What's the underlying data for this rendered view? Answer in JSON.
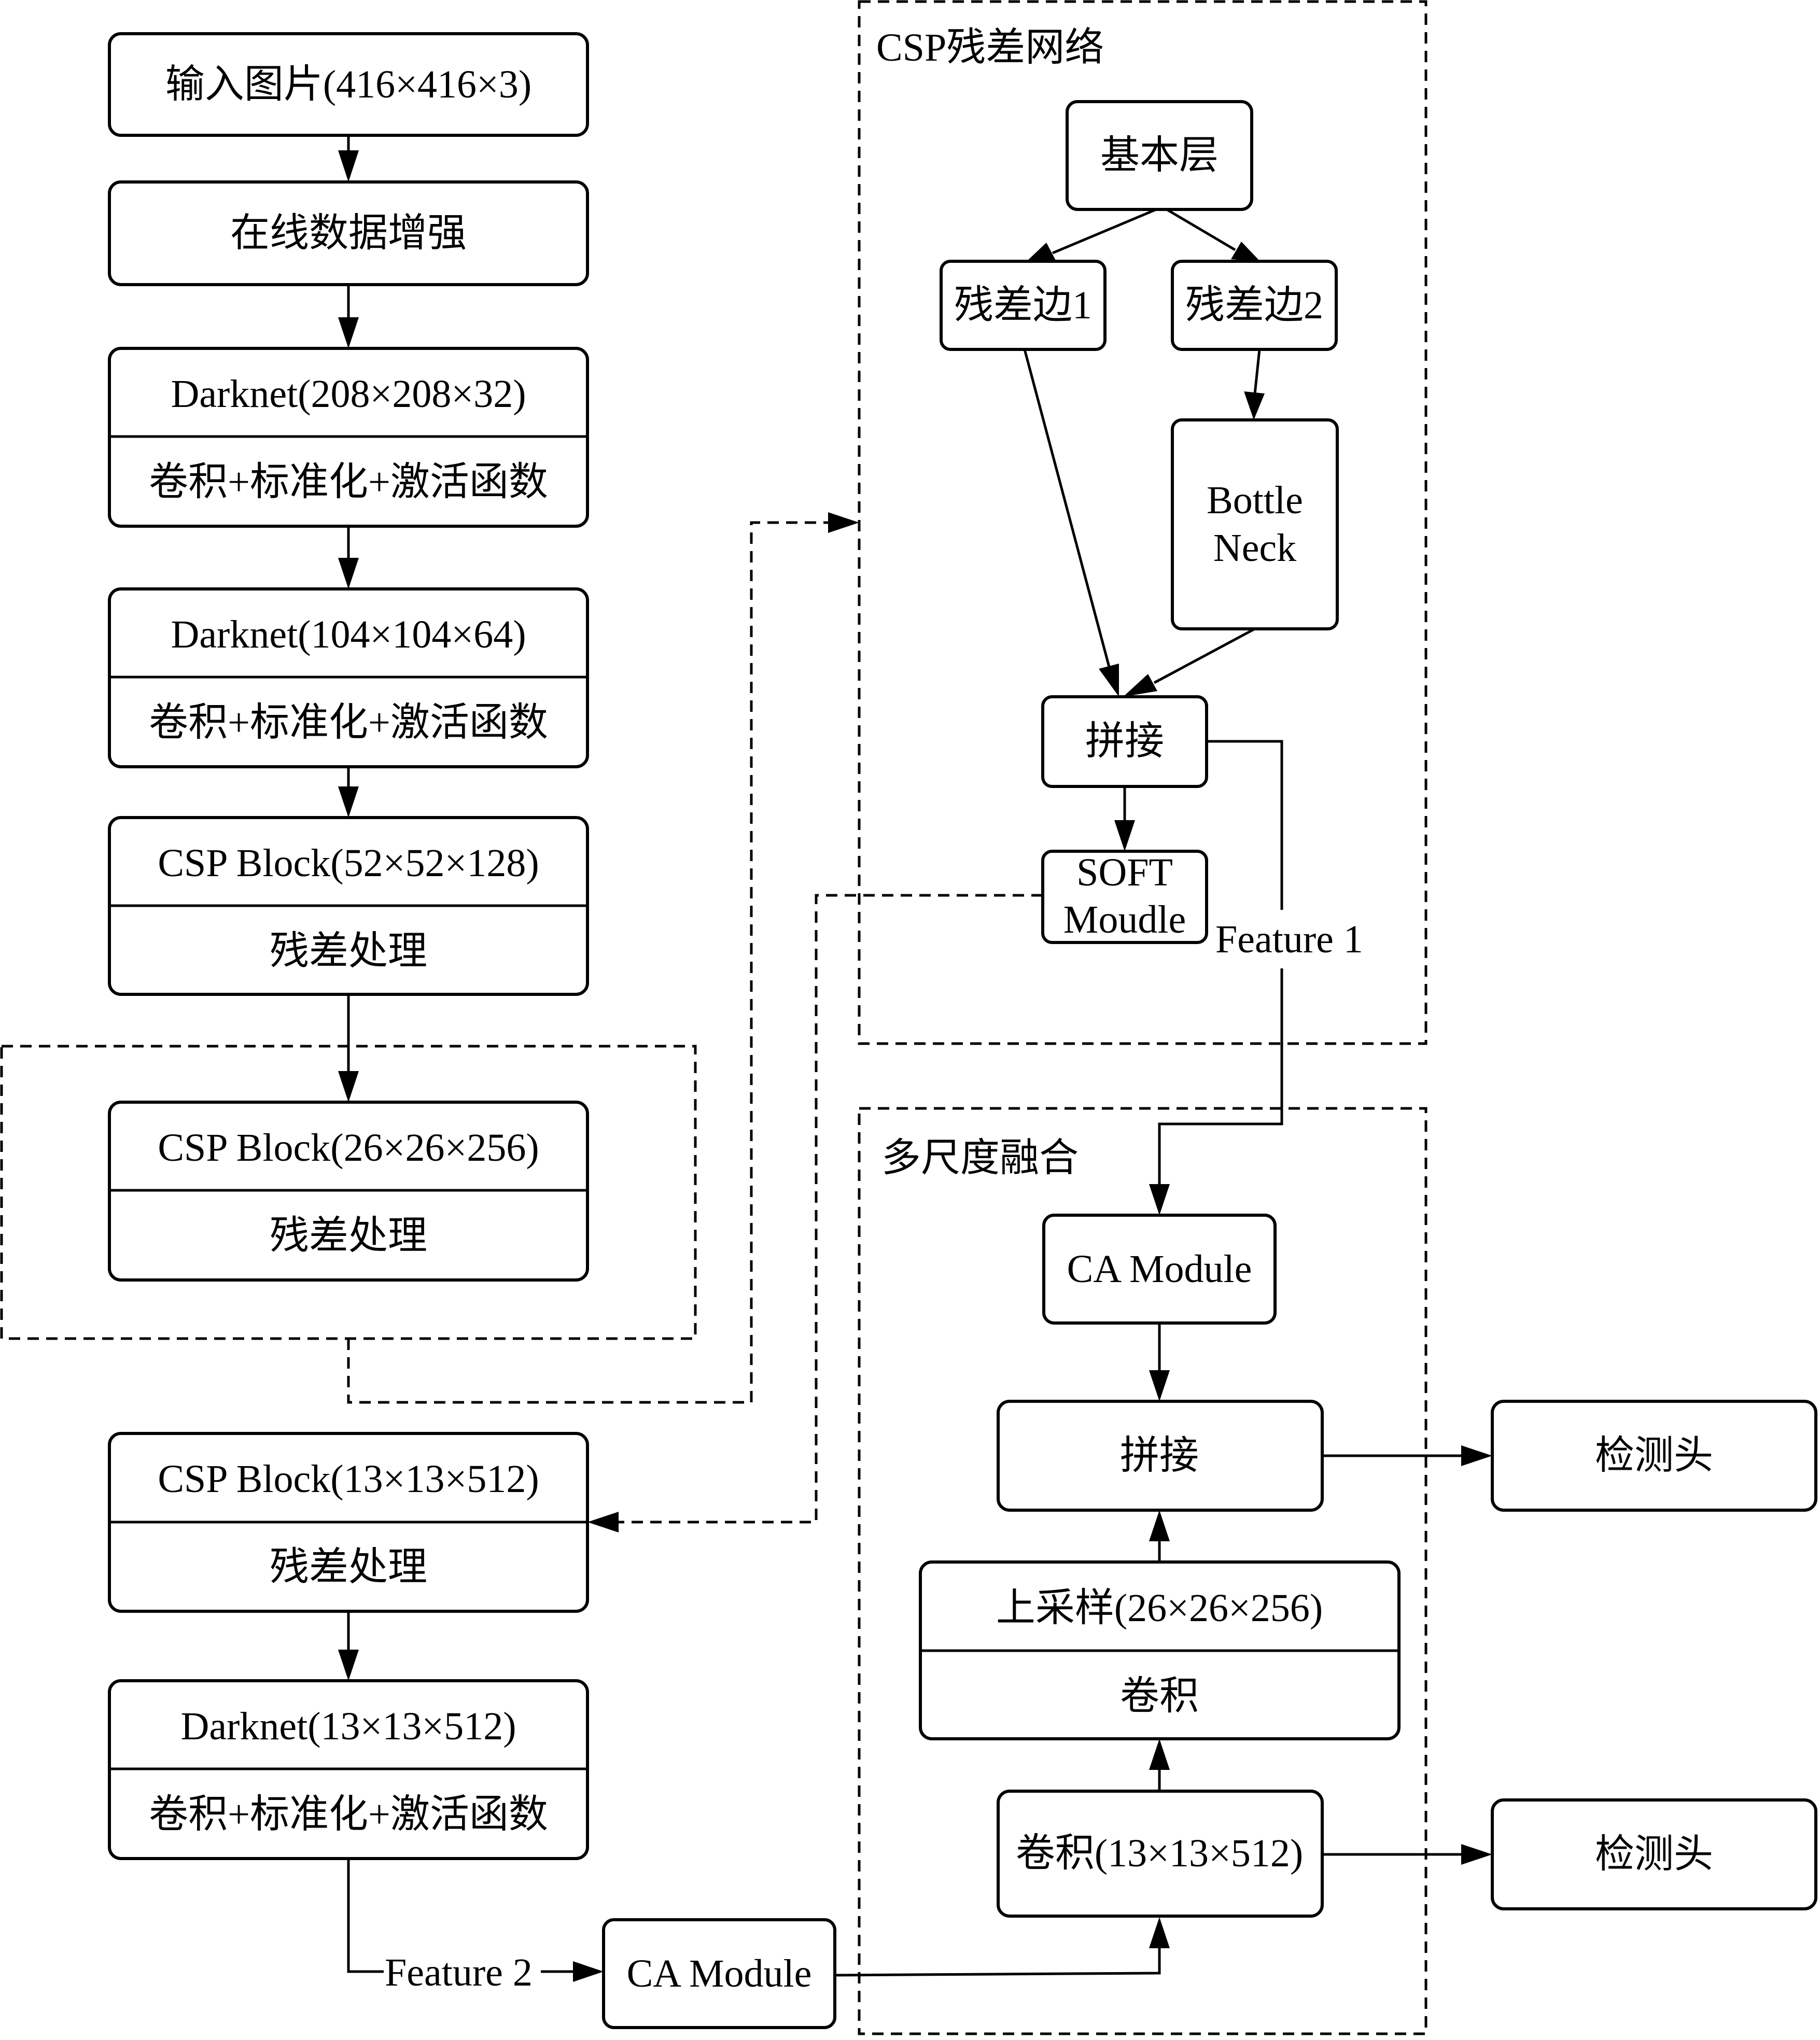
{
  "backbone": {
    "input": "输入图片(416×416×3)",
    "augment": "在线数据增强",
    "darknet1": {
      "title": "Darknet(208×208×32)",
      "sub": "卷积+标准化+激活函数"
    },
    "darknet2": {
      "title": "Darknet(104×104×64)",
      "sub": "卷积+标准化+激活函数"
    },
    "csp1": {
      "title": "CSP Block(52×52×128)",
      "sub": "残差处理"
    },
    "csp2": {
      "title": "CSP Block(26×26×256)",
      "sub": "残差处理"
    },
    "csp3": {
      "title": "CSP Block(13×13×512)",
      "sub": "残差处理"
    },
    "darknet3": {
      "title": "Darknet(13×13×512)",
      "sub": "卷积+标准化+激活函数"
    },
    "feature2": "Feature 2",
    "ca_module": "CA Module"
  },
  "csp_network": {
    "title": "CSP残差网络",
    "base": "基本层",
    "edge1": "残差边1",
    "edge2": "残差边2",
    "bottleneck_line1": "Bottle",
    "bottleneck_line2": "Neck",
    "concat": "拼接",
    "soft_line1": "SOFT",
    "soft_line2": "Moudle",
    "feature1": "Feature 1"
  },
  "fusion": {
    "title": "多尺度融合",
    "ca_module": "CA Module",
    "concat": "拼接",
    "upsample": {
      "title": "上采样(26×26×256)",
      "sub": "卷积"
    },
    "conv": "卷积(13×13×512)",
    "head1": "检测头",
    "head2": "检测头"
  }
}
